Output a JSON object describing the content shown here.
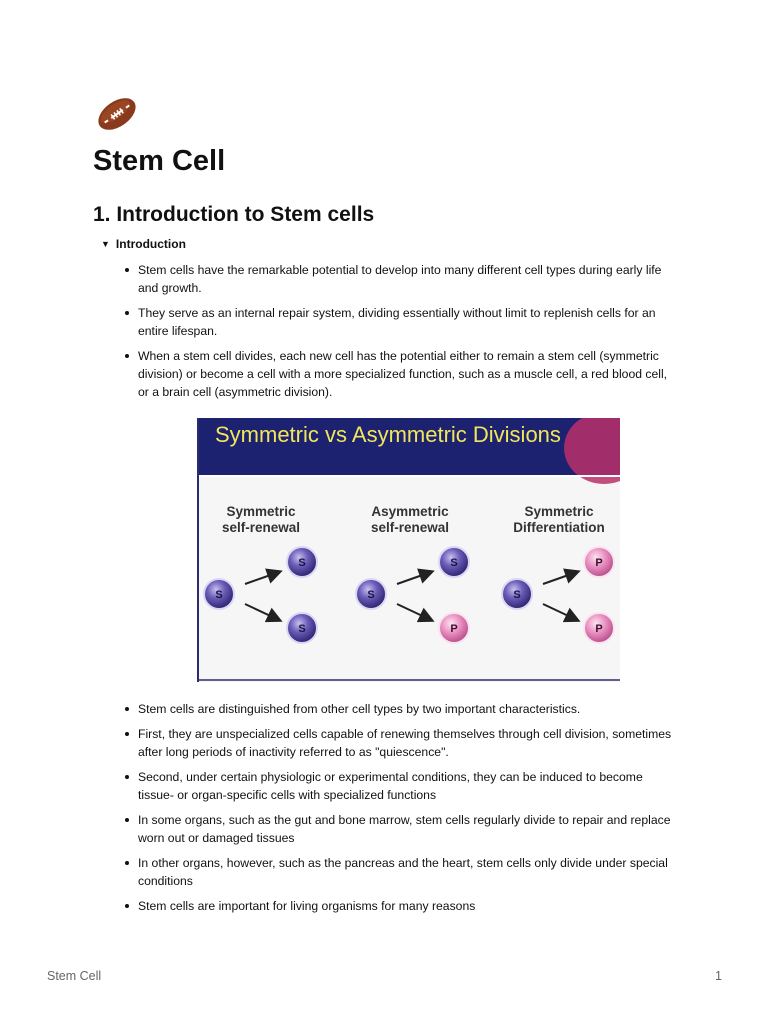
{
  "document": {
    "icon": "american-football-emoji",
    "title": "Stem Cell",
    "section_heading": "1. Introduction to Stem cells",
    "toggle_label": "Introduction",
    "bullets_top": [
      "Stem cells have the remarkable potential to develop into many different cell types during early life and growth.",
      "They serve as an internal repair system, dividing essentially without limit to replenish cells for an entire lifespan.",
      "When a stem cell divides, each new cell has the potential either to remain a stem cell (symmetric division) or become a cell with a more specialized function, such as a muscle cell, a red blood cell, or a brain cell (asymmetric division)."
    ],
    "bullets_bottom": [
      "Stem cells are distinguished from other cell types by two important characteristics.",
      "First, they are unspecialized cells capable of renewing themselves through cell division, sometimes after long periods of inactivity referred to as \"quiescence\".",
      "Second, under certain physiologic or experimental conditions, they can be induced to become tissue- or organ-specific cells with specialized functions",
      "In some organs, such as the gut and bone marrow, stem cells regularly divide to repair and replace worn out or damaged tissues",
      "In other organs, however, such as the pancreas and the heart, stem cells only divide under special conditions",
      "Stem cells are important for living organisms for many reasons"
    ]
  },
  "figure": {
    "title": "Symmetric vs Asymmetric Divisions",
    "panels": [
      {
        "label_line1": "Symmetric",
        "label_line2": "self-renewal",
        "parent": "S",
        "child_top": "S",
        "child_bottom": "S"
      },
      {
        "label_line1": "Asymmetric",
        "label_line2": "self-renewal",
        "parent": "S",
        "child_top": "S",
        "child_bottom": "P"
      },
      {
        "label_line1": "Symmetric",
        "label_line2": "Differentiation",
        "parent": "S",
        "child_top": "P",
        "child_bottom": "P"
      }
    ],
    "colors": {
      "banner": "#1c2170",
      "title_text": "#f2e75a",
      "stem_cell": "#6a5db8",
      "progenitor_cell": "#e88fc0"
    }
  },
  "footer": {
    "label": "Stem Cell",
    "page_number": "1"
  }
}
